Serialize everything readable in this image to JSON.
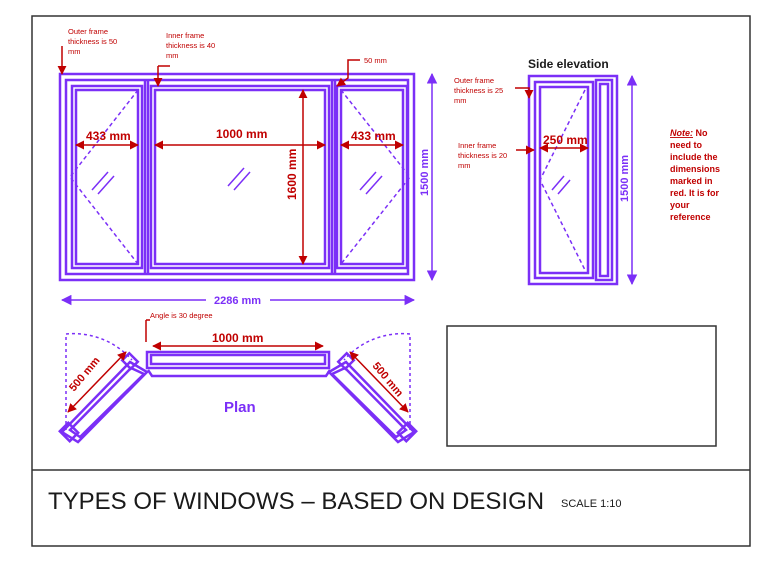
{
  "colors": {
    "frame": "#7B2FF7",
    "dim_purple": "#7B2FF7",
    "dim_red": "#C00000",
    "border": "#333333"
  },
  "annotations": {
    "outer_frame_front": [
      "Outer frame",
      "thickness is 50",
      "mm"
    ],
    "inner_frame_front": [
      "Inner frame",
      "thickness is 40",
      "mm"
    ],
    "gap_50": "50 mm",
    "outer_frame_side": [
      "Outer frame",
      "thickness is 25",
      "mm"
    ],
    "inner_frame_side": [
      "Inner frame",
      "thickness is 20",
      "mm"
    ],
    "angle": "Angle is 30 degree"
  },
  "dimensions": {
    "left_sash": "433 mm",
    "center": "1000 mm",
    "right_sash": "433 mm",
    "center_height": "1600 mm",
    "overall_height": "1500 mm",
    "overall_width": "2286 mm",
    "side_width": "250 mm",
    "side_height": "1500 mm",
    "plan_center": "1000 mm",
    "plan_left": "500 mm",
    "plan_right": "500 mm"
  },
  "labels": {
    "side_elevation": "Side elevation",
    "plan": "Plan"
  },
  "note": {
    "title": "Note:",
    "lines": [
      " No",
      "need to",
      "include the",
      "dimensions",
      "marked in",
      "red. It is for",
      "your",
      "reference"
    ]
  },
  "title_block": {
    "title": "TYPES OF WINDOWS – BASED ON DESIGN",
    "scale": "SCALE 1:10"
  }
}
